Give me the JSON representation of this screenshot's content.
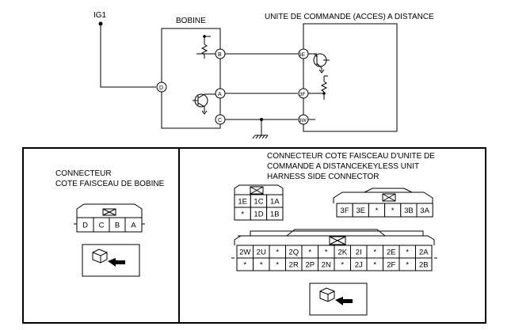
{
  "labels": {
    "ig1": "IG1",
    "bobine": "BOBINE",
    "unit": "UNITE DE COMMANDE (ACCES) A DISTANCE",
    "left_panel_line1": "CONNECTEUR",
    "left_panel_line2": "COTE FAISCEAU DE BOBINE",
    "right_panel_line1": "CONNECTEUR COTE FAISCEAU D'UNITE DE",
    "right_panel_line2": "COMMANDE A DISTANCEKEYLESS UNIT",
    "right_panel_line3": "HARNESS SIDE CONNECTOR"
  },
  "schematic_pins": {
    "coil_d": "D",
    "coil_b": "B",
    "coil_a": "A",
    "coil_c": "C",
    "unit_3e": "3E",
    "unit_3f": "3F",
    "unit_3w": "3W"
  },
  "coil_connector": [
    "D",
    "C",
    "B",
    "A"
  ],
  "connector_small": {
    "top": [
      "1E",
      "1C",
      "1A"
    ],
    "bottom": [
      "*",
      "1D",
      "1B"
    ]
  },
  "connector_3": [
    "3F",
    "3E",
    "*",
    "*",
    "3B",
    "3A"
  ],
  "connector_2": {
    "top": [
      "2W",
      "2U",
      "*",
      "2Q",
      "*",
      "*",
      "2K",
      "2I",
      "*",
      "2E",
      "*",
      "2A"
    ],
    "bottom": [
      "*",
      "*",
      "*",
      "2R",
      "2P",
      "2N",
      "*",
      "2J",
      "*",
      "2F",
      "*",
      "2B"
    ]
  }
}
